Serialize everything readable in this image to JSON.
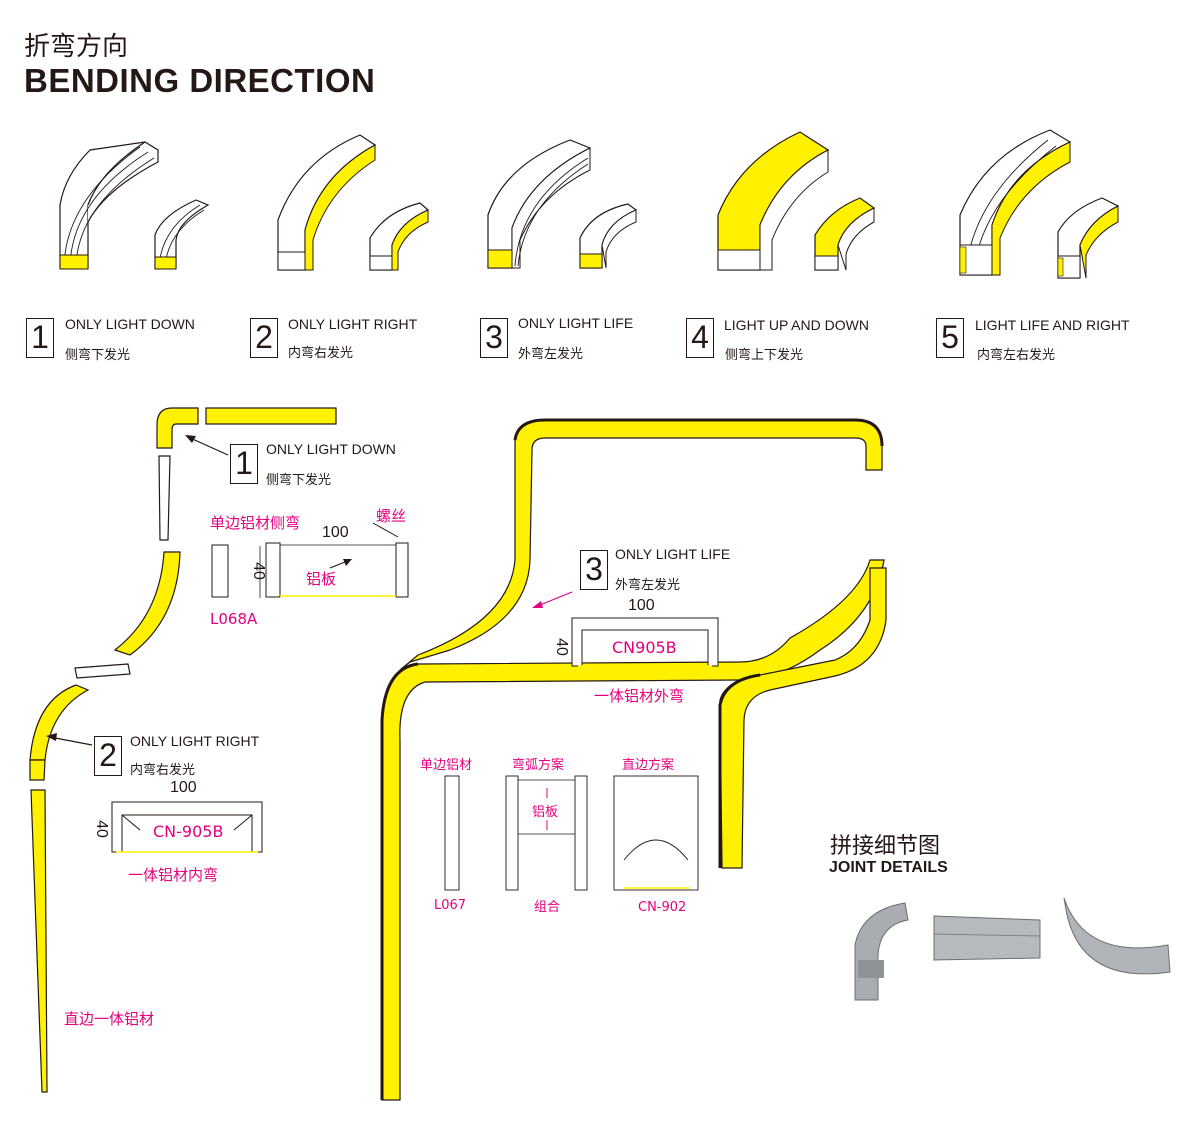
{
  "header": {
    "title_cn": "折弯方向",
    "title_en": "BENDING DIRECTION"
  },
  "directions": [
    {
      "num": "1",
      "en": "ONLY LIGHT DOWN",
      "cn": "侧弯下发光"
    },
    {
      "num": "2",
      "en": "ONLY LIGHT RIGHT",
      "cn": "内弯右发光"
    },
    {
      "num": "3",
      "en": "ONLY LIGHT LIFE",
      "cn": "外弯左发光"
    },
    {
      "num": "4",
      "en": "LIGHT UP AND DOWN",
      "cn": "侧弯上下发光"
    },
    {
      "num": "5",
      "en": "LIGHT LIFE AND RIGHT",
      "cn": "内弯左右发光"
    }
  ],
  "callout1": {
    "num": "1",
    "en": "ONLY LIGHT DOWN",
    "cn": "侧弯下发光"
  },
  "callout2": {
    "num": "2",
    "en": "ONLY LIGHT RIGHT",
    "cn": "内弯右发光"
  },
  "callout3": {
    "num": "3",
    "en": "ONLY LIGHT LIFE",
    "cn": "外弯左发光"
  },
  "section_l068a": {
    "title": "单边铝材侧弯",
    "screw": "螺丝",
    "width": "100",
    "height": "40",
    "plate": "铝板",
    "model": "L068A"
  },
  "section_cn905b_inner": {
    "width": "100",
    "height": "40",
    "model": "CN-905B",
    "caption": "一体铝材内弯"
  },
  "section_cn905b_outer": {
    "width": "100",
    "height": "40",
    "model": "CN905B",
    "caption": "一体铝材外弯"
  },
  "straight_label": "直边一体铝材",
  "profiles": {
    "single": {
      "title": "单边铝材",
      "model": "L067"
    },
    "arc": {
      "title": "弯弧方案",
      "plate": "铝板",
      "model": "组合"
    },
    "straight": {
      "title": "直边方案",
      "model": "CN-902"
    }
  },
  "joint": {
    "title_cn": "拼接细节图",
    "title_en": "JOINT DETAILS"
  },
  "colors": {
    "accent_yellow": "#fff100",
    "magenta": "#e4007f",
    "ink": "#231815"
  }
}
